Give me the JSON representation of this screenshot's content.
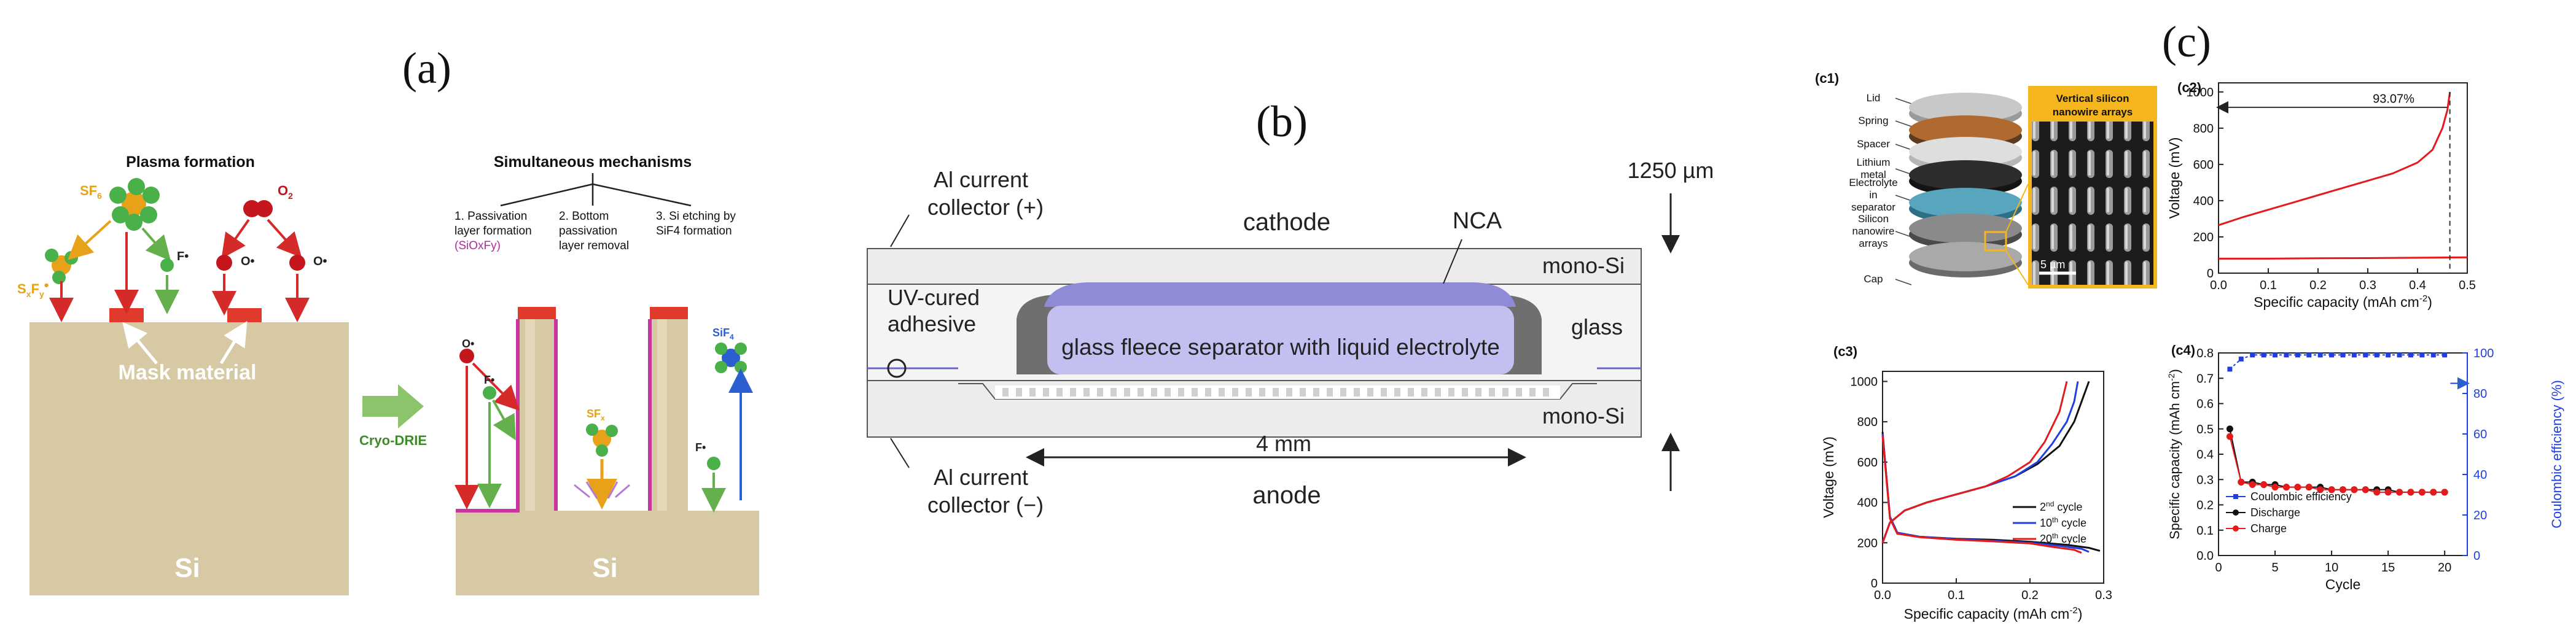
{
  "panel_labels": {
    "a": "(a)",
    "b": "(b)",
    "c": "(c)"
  },
  "panel_a": {
    "plasma_title": "Plasma formation",
    "sim_title": "Simultaneous mechanisms",
    "species": {
      "sf6": "SF",
      "sf6_sub": "6",
      "o2": "O",
      "o2_sub": "2",
      "sxfy": "S",
      "sxfy_x": "x",
      "sxfy_f": "F",
      "sxfy_y": "y",
      "dot": "•",
      "f_rad": "F•",
      "o_rad": "O•",
      "sfx": "SF",
      "sfx_sub": "x",
      "sif4": "SiF",
      "sif4_sub": "4"
    },
    "mask_label": "Mask material",
    "si_label": "Si",
    "arrow_label": "Cryo-DRIE",
    "mech1_line1": "1. Passivation",
    "mech1_line2": "layer formation",
    "mech1_line3": "(SiOxFy)",
    "mech2_line1": "2. Bottom",
    "mech2_line2": "passivation",
    "mech2_line3": "layer removal",
    "mech3_line1": "3. Si etching by",
    "mech3_line2": "SiF4 formation",
    "colors": {
      "substrate": "#d6c9a4",
      "mask": "#e03a2c",
      "passivation": "#c9369f",
      "arrow_green": "#8cc46b"
    }
  },
  "panel_b": {
    "al_top_1": "Al current",
    "al_top_2": "collector (+)",
    "cathode": "cathode",
    "nca": "NCA",
    "thickness": "1250 µm",
    "mono_si_top": "mono-Si",
    "uv_1": "UV-cured",
    "uv_2": "adhesive",
    "glass": "glass",
    "separator": "glass fleece separator with liquid  electrolyte",
    "mono_si_bottom": "mono-Si",
    "al_bot_1": "Al current",
    "al_bot_2": "collector (−)",
    "width": "4 mm",
    "anode": "anode",
    "colors": {
      "separator": "#b9b4e6",
      "nca": "#8f8bd6",
      "gray": "#6f6f6f",
      "silicon": "#e6e6e6"
    }
  },
  "panel_c": {
    "c1": {
      "tag": "(c1)",
      "parts": [
        "Lid",
        "Spring",
        "Spacer",
        "Lithium metal",
        "Electrolyte in separator",
        "Silicon nanowire arrays",
        "Cap"
      ],
      "inset_title_1": "Vertical silicon",
      "inset_title_2": "nanowire arrays",
      "scale": "5 µm"
    }
  },
  "chart_data": [
    {
      "id": "c2",
      "tag": "(c2)",
      "type": "line",
      "xlabel": "Specific capacity (mAh cm",
      "xlabel_sup": "-2",
      "xlabel_end": ")",
      "ylabel": "Voltage (mV)",
      "xlim": [
        0.0,
        0.5
      ],
      "ylim": [
        0,
        1050
      ],
      "xticks": [
        0.0,
        0.1,
        0.2,
        0.3,
        0.4,
        0.5
      ],
      "yticks": [
        0,
        200,
        400,
        600,
        800,
        1000
      ],
      "annotation": "93.07%",
      "series": [
        {
          "color": "#e41a1c",
          "x": [
            0.0,
            0.05,
            0.1,
            0.15,
            0.2,
            0.25,
            0.3,
            0.35,
            0.4,
            0.43,
            0.45,
            0.46,
            0.465
          ],
          "y": [
            265,
            310,
            350,
            390,
            430,
            470,
            510,
            550,
            610,
            680,
            800,
            900,
            1000
          ]
        },
        {
          "color": "#e41a1c",
          "x": [
            0.0,
            0.1,
            0.2,
            0.3,
            0.4,
            0.5
          ],
          "y": [
            80,
            80,
            82,
            83,
            85,
            87
          ]
        }
      ]
    },
    {
      "id": "c3",
      "type": "line",
      "tag": "(c3)",
      "xlabel": "Specific capacity (mAh cm",
      "xlabel_sup": "-2",
      "xlabel_end": ")",
      "ylabel": "Voltage (mV)",
      "xlim": [
        0.0,
        0.3
      ],
      "ylim": [
        0,
        1050
      ],
      "xticks": [
        0.0,
        0.1,
        0.2,
        0.3
      ],
      "yticks": [
        0,
        200,
        400,
        600,
        800,
        1000
      ],
      "legend_position": "lower-right",
      "series": [
        {
          "name": "2nd cycle",
          "base": "2",
          "sup": "nd",
          "rest": " cycle",
          "color": "#111111",
          "charge": {
            "x": [
              0.0,
              0.01,
              0.03,
              0.06,
              0.1,
              0.14,
              0.18,
              0.21,
              0.24,
              0.26,
              0.27,
              0.28
            ],
            "y": [
              200,
              300,
              360,
              400,
              440,
              480,
              530,
              590,
              680,
              800,
              900,
              1000
            ]
          },
          "discharge": {
            "x": [
              0.0,
              0.01,
              0.02,
              0.05,
              0.1,
              0.15,
              0.2,
              0.25,
              0.28,
              0.295
            ],
            "y": [
              750,
              330,
              250,
              230,
              220,
              215,
              205,
              190,
              175,
              160
            ]
          }
        },
        {
          "name": "10th cycle",
          "base": "10",
          "sup": "th",
          "rest": " cycle",
          "color": "#1f3fe0",
          "charge": {
            "x": [
              0.0,
              0.01,
              0.03,
              0.06,
              0.1,
              0.14,
              0.18,
              0.21,
              0.23,
              0.25,
              0.26,
              0.265
            ],
            "y": [
              200,
              300,
              360,
              400,
              440,
              480,
              530,
              600,
              690,
              800,
              900,
              1000
            ]
          },
          "discharge": {
            "x": [
              0.0,
              0.01,
              0.02,
              0.05,
              0.1,
              0.15,
              0.2,
              0.24,
              0.27,
              0.28
            ],
            "y": [
              740,
              330,
              250,
              230,
              218,
              210,
              200,
              185,
              170,
              155
            ]
          }
        },
        {
          "name": "20th cycle",
          "base": "20",
          "sup": "th",
          "rest": " cycle",
          "color": "#e41a1c",
          "charge": {
            "x": [
              0.0,
              0.01,
              0.03,
              0.06,
              0.1,
              0.14,
              0.17,
              0.2,
              0.22,
              0.24,
              0.25
            ],
            "y": [
              200,
              300,
              360,
              400,
              440,
              480,
              530,
              600,
              700,
              850,
              1000
            ]
          },
          "discharge": {
            "x": [
              0.0,
              0.01,
              0.02,
              0.05,
              0.1,
              0.15,
              0.2,
              0.23,
              0.26,
              0.27
            ],
            "y": [
              730,
              320,
              245,
              228,
              215,
              207,
              197,
              180,
              165,
              150
            ]
          }
        }
      ]
    },
    {
      "id": "c4",
      "type": "line",
      "tag": "(c4)",
      "xlabel": "Cycle",
      "ylabel": "Specific capacity (mAh cm",
      "ylabel_sup": "-2",
      "ylabel_end": ")",
      "y2label": "Coulombic efficiency (%)",
      "xlim": [
        0,
        22
      ],
      "ylim": [
        0,
        0.8
      ],
      "y2lim": [
        0,
        100
      ],
      "xticks": [
        0,
        5,
        10,
        15,
        20
      ],
      "yticks": [
        0.0,
        0.1,
        0.2,
        0.3,
        0.4,
        0.5,
        0.6,
        0.7,
        0.8
      ],
      "y2ticks": [
        0,
        20,
        40,
        60,
        80,
        100
      ],
      "legend_position": "lower-left",
      "series": [
        {
          "name": "Coulombic efficiency",
          "color": "#1f3fe0",
          "axis": "right",
          "marker": "square",
          "x": [
            1,
            2,
            3,
            4,
            5,
            6,
            7,
            8,
            9,
            10,
            11,
            12,
            13,
            14,
            15,
            16,
            17,
            18,
            19,
            20
          ],
          "y": [
            92,
            97,
            99,
            99,
            99,
            99,
            99,
            99,
            99,
            99,
            99,
            99,
            99,
            99,
            99,
            99,
            99,
            99,
            99,
            99
          ]
        },
        {
          "name": "Discharge",
          "color": "#111111",
          "axis": "left",
          "marker": "circle",
          "x": [
            1,
            2,
            3,
            4,
            5,
            6,
            7,
            8,
            9,
            10,
            11,
            12,
            13,
            14,
            15,
            16,
            17,
            18,
            19,
            20
          ],
          "y": [
            0.5,
            0.29,
            0.29,
            0.28,
            0.28,
            0.27,
            0.27,
            0.27,
            0.27,
            0.26,
            0.26,
            0.26,
            0.26,
            0.26,
            0.26,
            0.25,
            0.25,
            0.25,
            0.25,
            0.25
          ]
        },
        {
          "name": "Charge",
          "color": "#e41a1c",
          "axis": "left",
          "marker": "circle",
          "x": [
            1,
            2,
            3,
            4,
            5,
            6,
            7,
            8,
            9,
            10,
            11,
            12,
            13,
            14,
            15,
            16,
            17,
            18,
            19,
            20
          ],
          "y": [
            0.47,
            0.29,
            0.28,
            0.28,
            0.27,
            0.27,
            0.27,
            0.27,
            0.26,
            0.26,
            0.26,
            0.26,
            0.26,
            0.25,
            0.25,
            0.25,
            0.25,
            0.25,
            0.25,
            0.25
          ]
        }
      ]
    }
  ]
}
